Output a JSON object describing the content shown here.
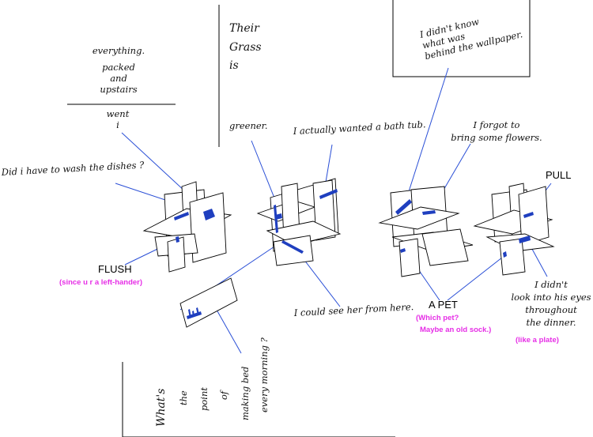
{
  "accent": "#e62ee6",
  "mark_color": "#1f3fbf",
  "leader_color": "#2a4fd6",
  "notes": {
    "everything": "everything.",
    "packed": "packed",
    "and": "and",
    "upstairs": "upstairs",
    "went": "went",
    "i": "i",
    "their": "Their",
    "grass": "Grass",
    "is": "is",
    "greener": "greener.",
    "bath_tub": "I actually wanted a bath tub.",
    "wallpaper_1": "I didn't know",
    "wallpaper_2": "what was",
    "wallpaper_3": "behind the wallpaper.",
    "flowers_1": "I forgot to",
    "flowers_2": "bring some flowers.",
    "dishes": "Did i have to wash the dishes ?",
    "see_her": "I could see her from here.",
    "eyes_1": "I didn't",
    "eyes_2": "look into his eyes",
    "eyes_3": "throughout",
    "eyes_4": "the dinner.",
    "bed_1": "What's",
    "bed_2": "the",
    "bed_3": "point",
    "bed_4": "of",
    "bed_5": "making bed",
    "bed_6": "every morning ?"
  },
  "labels": {
    "pull": "PULL",
    "flush": "FLUSH",
    "flush_note": "(since u r a left-hander)",
    "a_pet": "A PET",
    "pet_note_1": "(Which pet?",
    "pet_note_2": "Maybe an old sock.)",
    "plate_note": "(like a plate)"
  }
}
